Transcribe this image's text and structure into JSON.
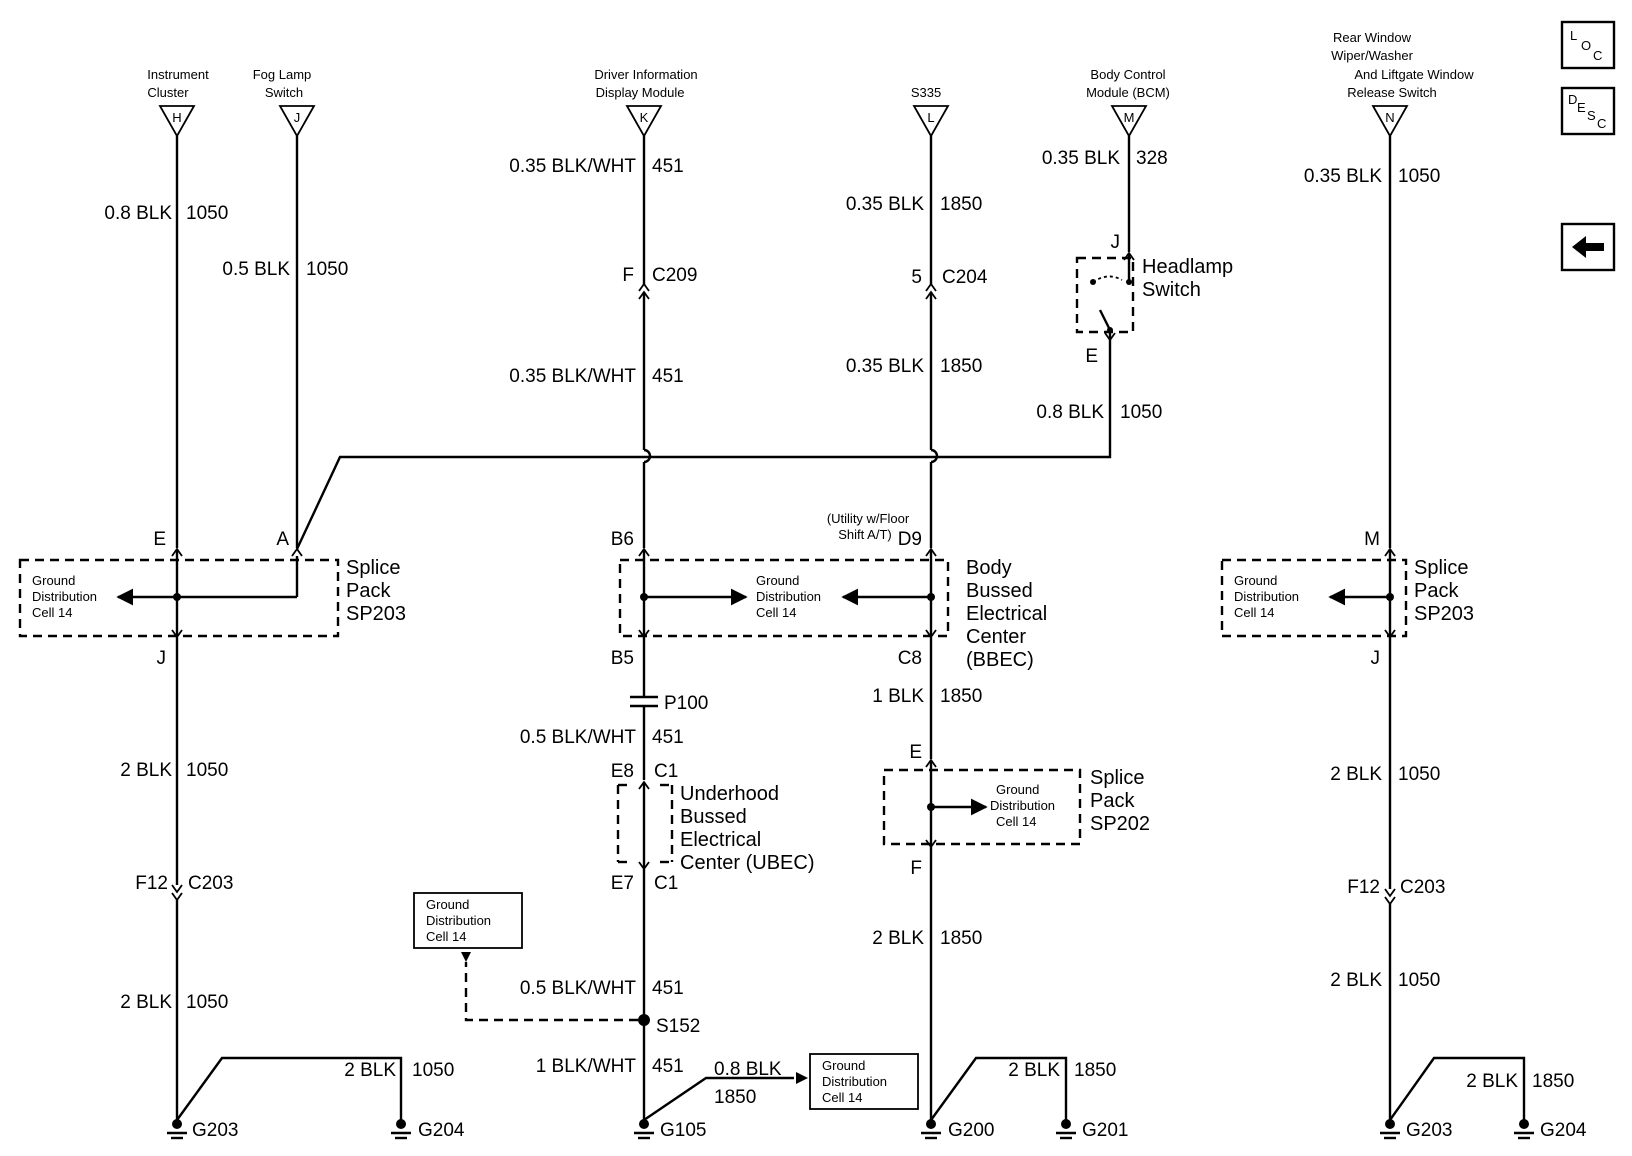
{
  "components": {
    "instrument_cluster": [
      "Instrument",
      "Cluster"
    ],
    "fog_lamp_switch": [
      "Fog Lamp",
      "Switch"
    ],
    "dim": [
      "Driver Information",
      "Display Module"
    ],
    "s335": [
      "S335"
    ],
    "bcm": [
      "Body Control",
      "Module (BCM)"
    ],
    "rear_wiper": [
      "Rear Window",
      "Wiper/Washer",
      "And Liftgate Window",
      "Release Switch"
    ],
    "headlamp_switch": [
      "Headlamp",
      "Switch"
    ],
    "sp203": [
      "Splice",
      "Pack",
      "SP203"
    ],
    "bbec": [
      "Body",
      "Bussed",
      "Electrical",
      "Center",
      "(BBEC)"
    ],
    "ubec": [
      "Underhood",
      "Bussed",
      "Electrical",
      "Center (UBEC)"
    ],
    "sp202": [
      "Splice",
      "Pack",
      "SP202"
    ],
    "ground_cell": [
      "Ground",
      "Distribution",
      "Cell 14"
    ],
    "utility_note": [
      "(Utility w/Floor",
      "Shift A/T)"
    ]
  },
  "terminals": {
    "h": "H",
    "j": "J",
    "k": "K",
    "l": "L",
    "m": "M",
    "n": "N"
  },
  "wires": {
    "c1_top": "0.8 BLK",
    "c1_top_ckt": "1050",
    "c1_fog": "0.5 BLK",
    "c1_fog_ckt": "1050",
    "c1_mid": "2 BLK",
    "c1_mid_ckt": "1050",
    "c1_bot": "2 BLK",
    "c1_bot_ckt": "1050",
    "c1_g204": "2 BLK",
    "c1_g204_ckt": "1050",
    "c2_top": "0.35 BLK/WHT",
    "c2_top_ckt": "451",
    "c2_mid": "0.35 BLK/WHT",
    "c2_mid_ckt": "451",
    "c2_p100": "0.5 BLK/WHT",
    "c2_p100_ckt": "451",
    "c2_s152": "0.5 BLK/WHT",
    "c2_s152_ckt": "451",
    "c2_bot": "1 BLK/WHT",
    "c2_bot_ckt": "451",
    "c2_gnd": "0.8 BLK",
    "c2_gnd_ckt": "1850",
    "c3_top": "0.35 BLK",
    "c3_top_ckt": "1850",
    "c3_mid": "0.35 BLK",
    "c3_mid_ckt": "1850",
    "c3_c8": "1 BLK",
    "c3_c8_ckt": "1850",
    "c3_bot": "2 BLK",
    "c3_bot_ckt": "1850",
    "c3_g201": "2 BLK",
    "c3_g201_ckt": "1850",
    "bcm_top": "0.35 BLK",
    "bcm_top_ckt": "328",
    "bcm_bot": "0.8 BLK",
    "bcm_bot_ckt": "1050",
    "c5_top": "0.35 BLK",
    "c5_top_ckt": "1050",
    "c5_mid": "2 BLK",
    "c5_mid_ckt": "1050",
    "c5_bot": "2 BLK",
    "c5_bot_ckt": "1050",
    "c5_g204": "2 BLK",
    "c5_g204_ckt": "1850"
  },
  "connectors": {
    "c209": "C209",
    "c209_pin": "F",
    "c204": "C204",
    "c204_pin": "5",
    "c203": "C203",
    "c203_pin": "F12",
    "c1": "C1",
    "e8": "E8",
    "e7": "E7",
    "p100": "P100",
    "s152": "S152",
    "pin_e": "E",
    "pin_a": "A",
    "pin_j": "J",
    "pin_m": "M",
    "pin_f": "F",
    "b6": "B6",
    "b5": "B5",
    "d9": "D9",
    "c8": "C8"
  },
  "grounds": {
    "g203": "G203",
    "g204": "G204",
    "g105": "G105",
    "g200": "G200",
    "g201": "G201"
  },
  "nav": {
    "loc": [
      "L",
      "O",
      "C"
    ],
    "desc": [
      "D",
      "E",
      "S",
      "C"
    ]
  }
}
